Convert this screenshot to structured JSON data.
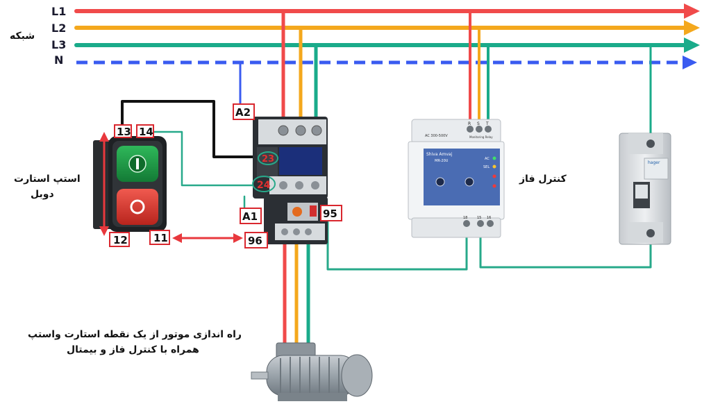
{
  "colors": {
    "l1": "#f04a4a",
    "l2": "#f4a81d",
    "l3": "#1aab8a",
    "n": "#3a5bf0",
    "control": "#111111",
    "aux": "#27a98a",
    "terminal_box": "#d9272e"
  },
  "lines": {
    "l1": "L1",
    "l2": "L2",
    "l3": "L3",
    "n": "N"
  },
  "grid_label": "شبکه",
  "terminals": {
    "a2": "A2",
    "a1": "A1",
    "t13": "13",
    "t14": "14",
    "t12": "12",
    "t11": "11",
    "t95": "95",
    "t96": "96",
    "t23": "23",
    "t24": "24"
  },
  "start_stop_label": [
    "استپ استارت",
    "دوبل"
  ],
  "phase_control_label": "کنترل فاز",
  "caption": [
    "راه اندازی موتور از یک نقطه استارت واستپ",
    "همراه با کنترل فاز و بیمتال"
  ],
  "relay": {
    "voltage": "AC 300-500V",
    "brand": "Shiva Amvaj",
    "model": "MR-20U",
    "type": "Monitoring Relay",
    "phase_labels": [
      "R",
      "S",
      "T"
    ],
    "out_labels": [
      "18",
      "15",
      "16"
    ],
    "led_labels": [
      "AC",
      "SEL"
    ]
  },
  "breaker": {
    "brand": "hager"
  }
}
